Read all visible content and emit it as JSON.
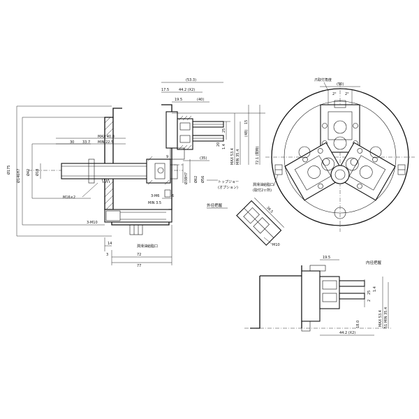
{
  "front_view": {
    "dims": {
      "d175": "Ø175",
      "d146h7": "Ø146H7",
      "d42": "Ø42",
      "d18": "Ø18",
      "m16x2": "M16×2",
      "d30": "30",
      "d33_7": "33.7",
      "max40_8": "MAX 40.8",
      "min22_5": "MIN 22.5",
      "d17_5": "17.5",
      "d44_2x2": "44.2 (X2)",
      "d53_3": "(53.3)",
      "d19_5": "19.5",
      "d40": "(40)",
      "d35": "(35)",
      "d9": "9",
      "d6": "6",
      "m3_hole": "3-M6",
      "min3_5": "MIN 3.5",
      "m10": "3-M10",
      "d14": "14",
      "d3": "3",
      "d72": "72",
      "d77": "77",
      "d25": "25",
      "d20": "20",
      "d1_4": "1.4",
      "max53_4": "MAX 53.4",
      "min35_4": "MIN 35.4",
      "d72_1": "72.1 (閉時)",
      "d48": "(48)",
      "d15": "15",
      "d38h7": "Ø38H7",
      "d62": "Ø62",
      "d56": "Ø56"
    },
    "notes": {
      "top_jaw": "トップジョー",
      "option": "(オプション)",
      "gripping_range_outer": "外径把握",
      "lube_port": "潤滑油給脂口"
    }
  },
  "side_view": {
    "angle_label": "爪取付角度",
    "d50": "(50)",
    "deg1": "2°",
    "deg2": "2°",
    "grease_port": "潤滑油給脂口",
    "grease_port_sub": "(取付2ヶ所)"
  },
  "detail_view": {
    "d36": "36.5",
    "m10": "M10"
  },
  "inner_view": {
    "title": "内径把握",
    "d19_5": "19.5",
    "d44_2x2": "44.2 (X2)",
    "d25": "25",
    "d1_4": "1.4",
    "d2": "2",
    "max53_4": "MAX 53.4",
    "min35_4": "51 MIN 35.4",
    "d18": "18.0"
  }
}
